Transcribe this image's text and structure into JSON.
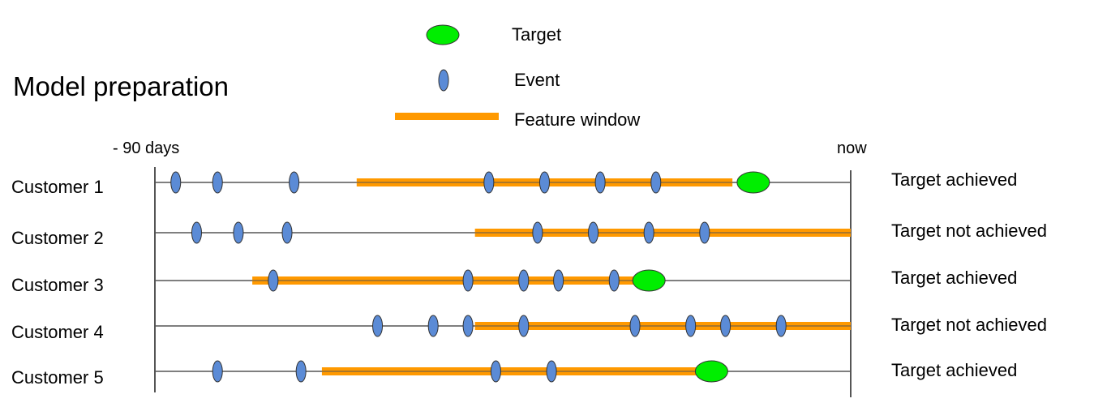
{
  "title": "Model preparation",
  "legend": {
    "target": "Target",
    "event": "Event",
    "feature_window": "Feature window"
  },
  "axis": {
    "start": "- 90 days",
    "end": "now"
  },
  "colors": {
    "target": "#00ee00",
    "event": "#5b8bd6",
    "feature_window": "#ff9900",
    "timeline": "#555555"
  },
  "customers": [
    {
      "name": "Customer 1",
      "status": "Target achieved",
      "events": [
        3,
        9,
        20,
        48,
        56,
        64,
        72
      ],
      "window": [
        29,
        83
      ],
      "target": 86
    },
    {
      "name": "Customer 2",
      "status": "Target not achieved",
      "events": [
        6,
        12,
        19,
        55,
        63,
        71,
        79
      ],
      "window": [
        46,
        100
      ],
      "target": null
    },
    {
      "name": "Customer 3",
      "status": "Target achieved",
      "events": [
        17,
        45,
        53,
        58,
        66
      ],
      "window": [
        14,
        70
      ],
      "target": 71
    },
    {
      "name": "Customer 4",
      "status": "Target not achieved",
      "events": [
        32,
        40,
        45,
        53,
        69,
        77,
        82,
        90
      ],
      "window": [
        46,
        100
      ],
      "target": null
    },
    {
      "name": "Customer 5",
      "status": "Target achieved",
      "events": [
        9,
        21,
        49,
        57
      ],
      "window": [
        24,
        78
      ],
      "target": 80
    }
  ]
}
